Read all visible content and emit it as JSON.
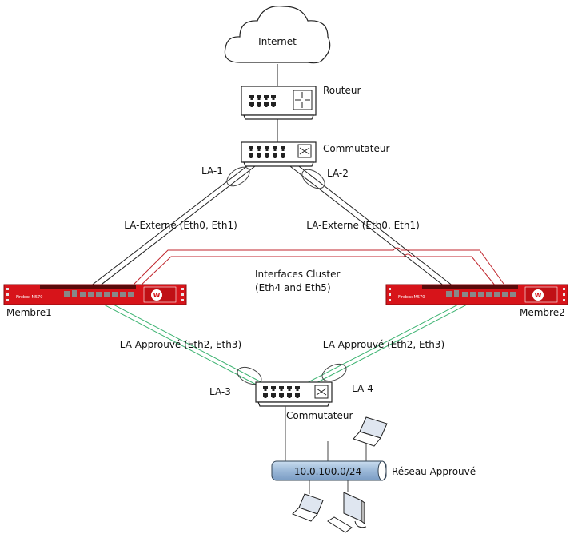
{
  "cloud": {
    "label": "Internet",
    "icon": "cloud-icon"
  },
  "router": {
    "label": "Routeur",
    "icon": "router-icon"
  },
  "switch_top": {
    "label": "Commutateur",
    "icon": "switch-icon"
  },
  "switch_bottom": {
    "label": "Commutateur",
    "icon": "switch-icon"
  },
  "link_aggregations": {
    "la1": "LA-1",
    "la2": "LA-2",
    "la3": "LA-3",
    "la4": "LA-4"
  },
  "external_left": "LA-Externe (Eth0, Eth1)",
  "external_right": "LA-Externe (Eth0, Eth1)",
  "cluster": {
    "line1": "Interfaces Cluster",
    "line2": "(Eth4 and Eth5)"
  },
  "members": [
    {
      "label": "Membre1",
      "model": "Firebox M570"
    },
    {
      "label": "Membre2",
      "model": "Firebox M570"
    }
  ],
  "trusted_left": "LA-Approuvé (Eth2, Eth3)",
  "trusted_right": "LA-Approuvé (Eth2, Eth3)",
  "network": {
    "subnet": "10.0.100.0/24",
    "label": "Réseau Approuvé"
  },
  "colors": {
    "firebox": "#d7141a",
    "cluster_link": "#c0262d",
    "trusted_link": "#3cb371",
    "external_link": "#222222",
    "network_pipe": "#9bb8d8"
  }
}
